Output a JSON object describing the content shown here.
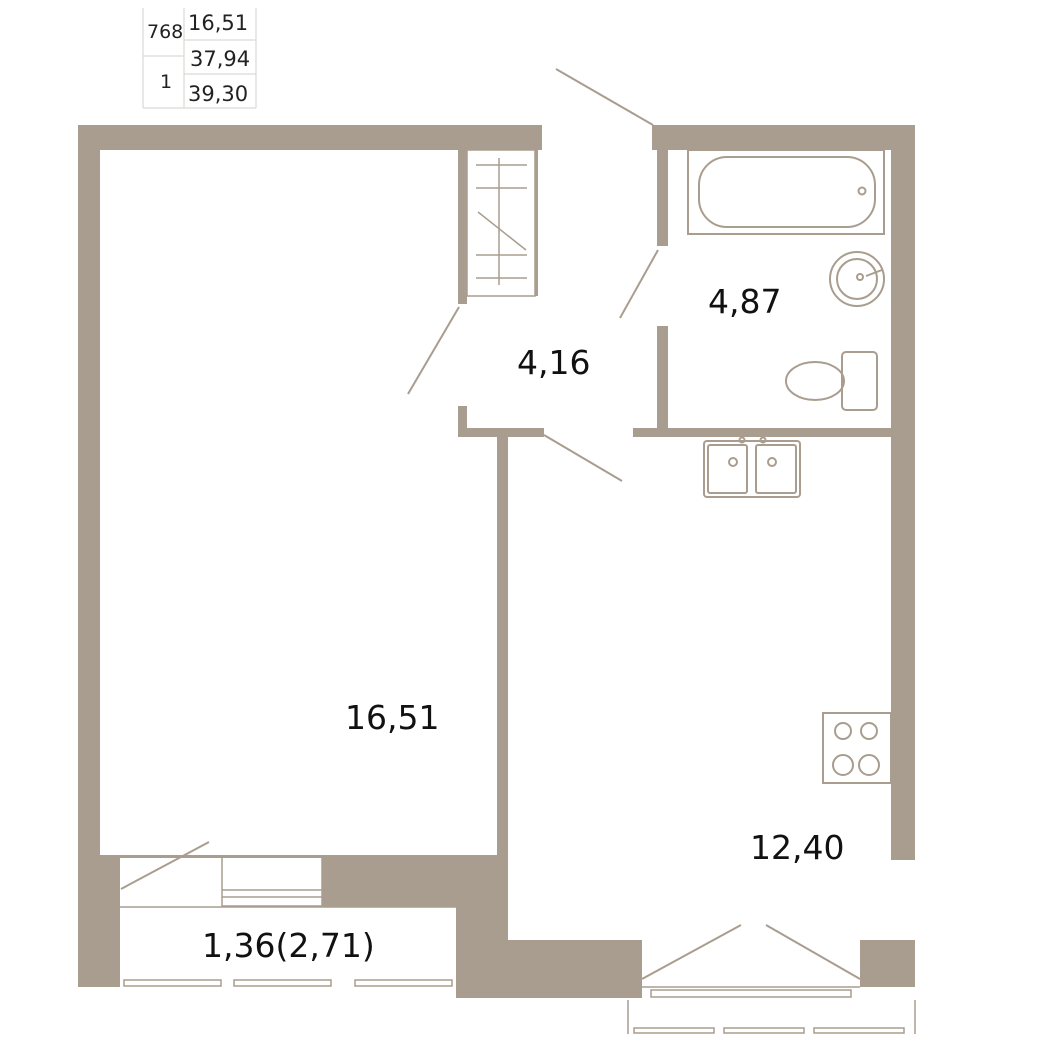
{
  "info": {
    "apartment_number": "768",
    "rooms": "1",
    "living_area": "16,51",
    "total_area": "37,94",
    "area_with_balcony": "39,30"
  },
  "rooms": {
    "living_room": "16,51",
    "hallway": "4,16",
    "bathroom": "4,87",
    "kitchen": "12,40",
    "balcony": "1,36(2,71)"
  },
  "colors": {
    "wall": "#a89d8e",
    "fixture_stroke": "#a89d8e",
    "background": "#ffffff",
    "text": "#111111"
  }
}
